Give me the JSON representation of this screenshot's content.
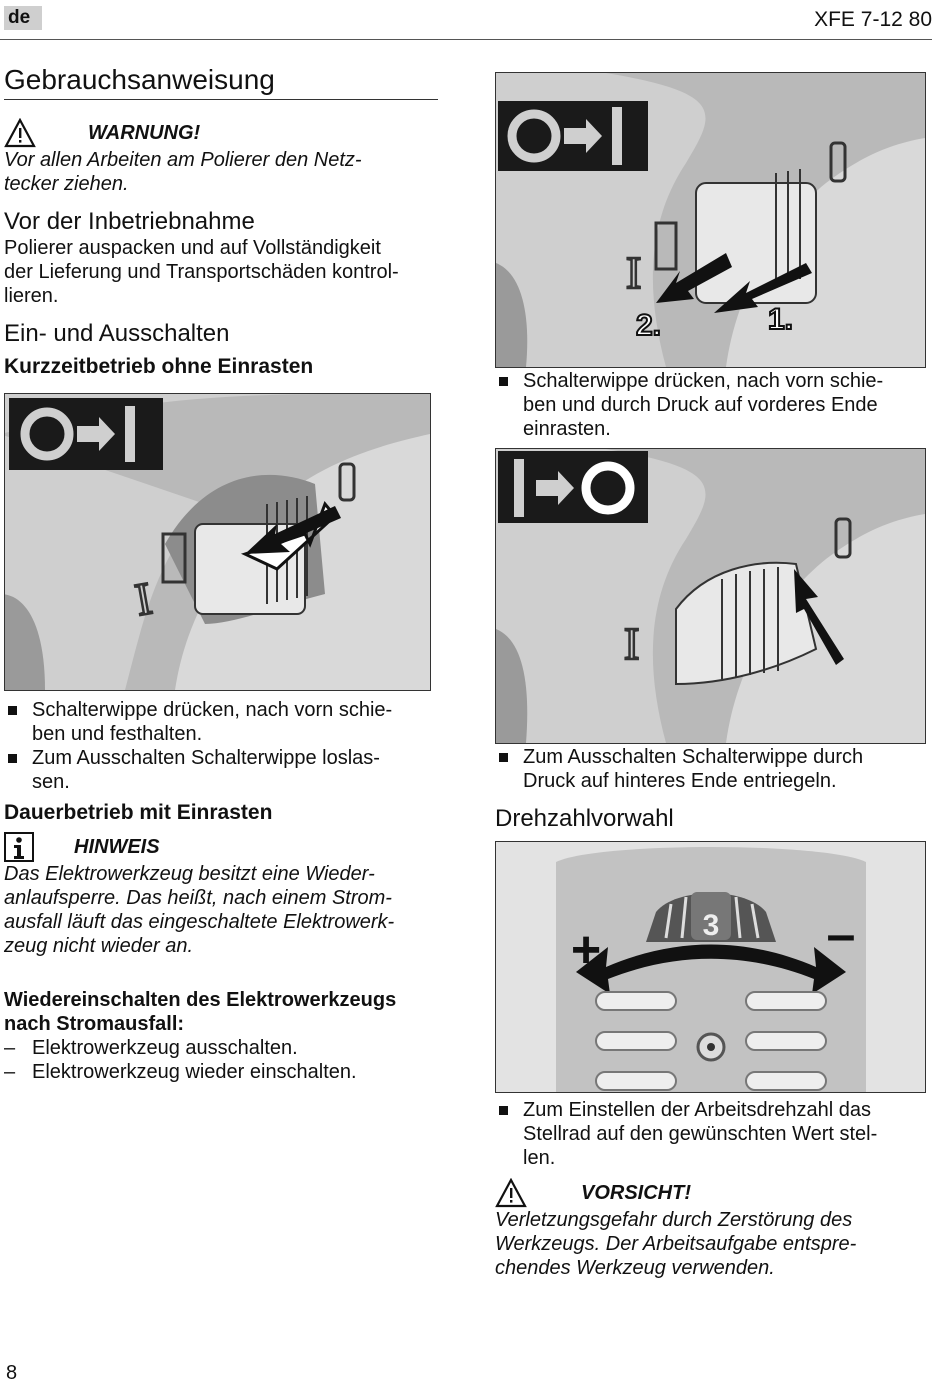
{
  "header": {
    "lang": "de",
    "model": "XFE 7-12 80"
  },
  "left": {
    "title": "Gebrauchsanweisung",
    "warning": {
      "label": "WARNUNG!",
      "text": [
        "Vor allen Arbeiten am Polierer den Netz-",
        "tecker ziehen."
      ]
    },
    "before_heading": "Vor der Inbetriebnahme",
    "before_text": [
      "Polierer auspacken und auf Vollständigkeit",
      "der Lieferung und Transportschäden kontrol-",
      "lieren."
    ],
    "switch_heading": "Ein- und Ausschalten",
    "short_heading": "Kurzzeitbetrieb ohne Einrasten",
    "short_bullets": [
      [
        "Schalterwippe drücken, nach vorn schie-",
        "ben und festhalten."
      ],
      [
        "Zum Ausschalten Schalterwippe loslas-",
        "sen."
      ]
    ],
    "cont_heading": "Dauerbetrieb mit Einrasten",
    "note": {
      "label": "HINWEIS",
      "text": [
        "Das Elektrowerkzeug besitzt eine Wieder-",
        "anlaufsperre. Das heißt, nach einem Strom-",
        "ausfall läuft das eingeschaltete Elektrowerk-",
        "zeug nicht wieder an."
      ]
    },
    "restart_heading": [
      "Wiedereinschalten des Elektrowerkzeugs",
      "nach Stromausfall:"
    ],
    "restart_steps": [
      "Elektrowerkzeug ausschalten.",
      "Elektrowerkzeug wieder einschalten."
    ]
  },
  "right": {
    "latch_bullet": [
      "Schalterwippe drücken, nach vorn schie-",
      "ben und durch Druck auf vorderes Ende",
      "einrasten."
    ],
    "off_bullet": [
      "Zum Ausschalten Schalterwippe durch",
      "Druck auf hinteres Ende entriegeln."
    ],
    "speed_heading": "Drehzahlvorwahl",
    "speed_bullet": [
      "Zum Einstellen der Arbeitsdrehzahl das",
      "Stellrad auf den gewünschten Wert stel-",
      "len."
    ],
    "caution": {
      "label": "VORSICHT!",
      "text": [
        "Verletzungsgefahr durch Zerstörung des",
        "Werkzeugs. Der Arbeitsaufgabe entspre-",
        "chendes Werkzeug verwenden."
      ]
    }
  },
  "figures": {
    "step1": "1.",
    "step2": "2.",
    "dial_value": "3",
    "plus": "+",
    "minus": "–",
    "icon_off_on": "O→I",
    "icon_on_off": "I→O"
  },
  "footer": {
    "page": "8"
  },
  "colors": {
    "figure_bg": "#cfcfcf",
    "figure_dark": "#1a1a1a",
    "figure_mid": "#9a9a9a"
  }
}
